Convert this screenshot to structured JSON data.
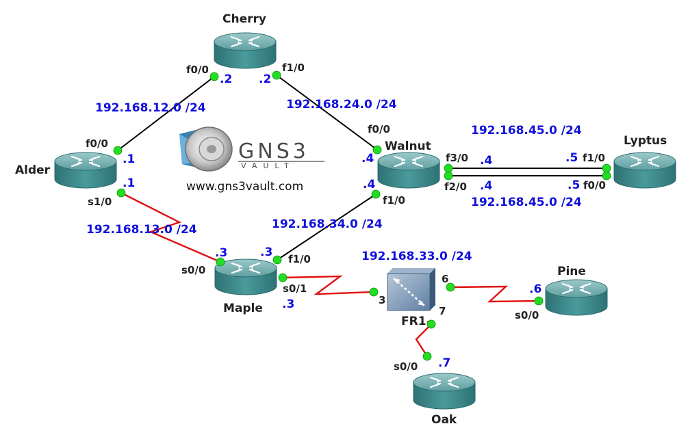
{
  "routers": {
    "cherry": {
      "name": "Cherry"
    },
    "alder": {
      "name": "Alder"
    },
    "walnut": {
      "name": "Walnut"
    },
    "lyptus": {
      "name": "Lyptus"
    },
    "maple": {
      "name": "Maple"
    },
    "pine": {
      "name": "Pine"
    },
    "oak": {
      "name": "Oak"
    }
  },
  "switch": {
    "name": "FR1",
    "ports": {
      "p3": "3",
      "p6": "6",
      "p7": "7"
    }
  },
  "interfaces": {
    "cherry_f00": "f0/0",
    "cherry_f10": "f1/0",
    "alder_f00": "f0/0",
    "alder_s10": "s1/0",
    "walnut_f00": "f0/0",
    "walnut_f30": "f3/0",
    "walnut_f20": "f2/0",
    "walnut_f10": "f1/0",
    "lyptus_f10": "f1/0",
    "lyptus_f00": "f0/0",
    "maple_s00": "s0/0",
    "maple_f10": "f1/0",
    "maple_s01": "s0/1",
    "pine_s00": "s0/0",
    "oak_s00": "s0/0"
  },
  "addresses": {
    "cherry_f00": ".2",
    "cherry_f10": ".2",
    "alder_f00": ".1",
    "alder_s10": ".1",
    "walnut_f00": ".4",
    "walnut_f10": ".4",
    "walnut_f30": ".4",
    "walnut_f20": ".4",
    "lyptus_f10": ".5",
    "lyptus_f00": ".5",
    "maple_s00": ".3",
    "maple_f10": ".3",
    "maple_s01": ".3",
    "pine_s00": ".6",
    "oak_s00": ".7"
  },
  "networks": {
    "n12": "192.168.12.0 /24",
    "n24": "192.168.24.0 /24",
    "n45a": "192.168.45.0 /24",
    "n45b": "192.168.45.0 /24",
    "n13": "192.168.13.0 /24",
    "n34": "192.168.34.0 /24",
    "n33": "192.168.33.0 /24"
  },
  "logo": {
    "brand": "GNS3",
    "sub": "VAULT",
    "url": "www.gns3vault.com"
  },
  "colors": {
    "ethernet_link": "#000000",
    "serial_link": "#e01010",
    "port_dot": "#22dd22",
    "router_body": "#3f8a8c",
    "address_text": "#1010dd"
  }
}
